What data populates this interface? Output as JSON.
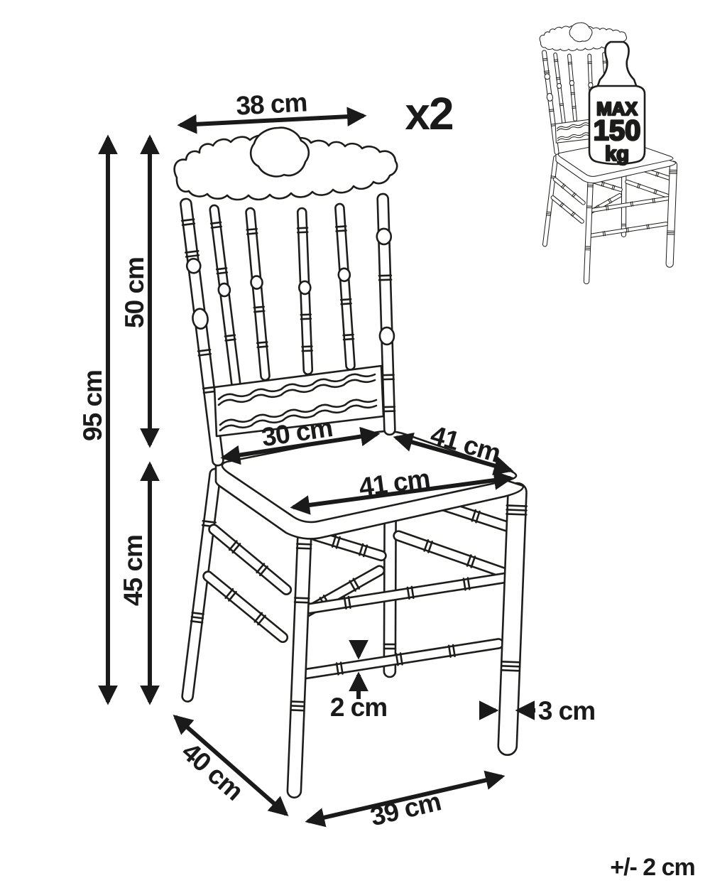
{
  "quantity": {
    "label": "x2"
  },
  "tolerance": {
    "label": "+/- 2 cm"
  },
  "max_load": {
    "line1": "MAX",
    "line2": "150",
    "line3": "kg"
  },
  "dims": {
    "back_width": "38 cm",
    "total_height": "95 cm",
    "backrest_height": "50 cm",
    "seat_height": "45 cm",
    "seat_rear_width": "30 cm",
    "seat_depth": "41 cm",
    "seat_front_width": "41 cm",
    "stretcher_thickness": "2 cm",
    "leg_thickness": "3 cm",
    "footprint_depth": "40 cm",
    "footprint_width": "39 cm"
  },
  "colors": {
    "line": "#1d1d1b",
    "label": "#1a1a1a",
    "background": "#ffffff"
  }
}
